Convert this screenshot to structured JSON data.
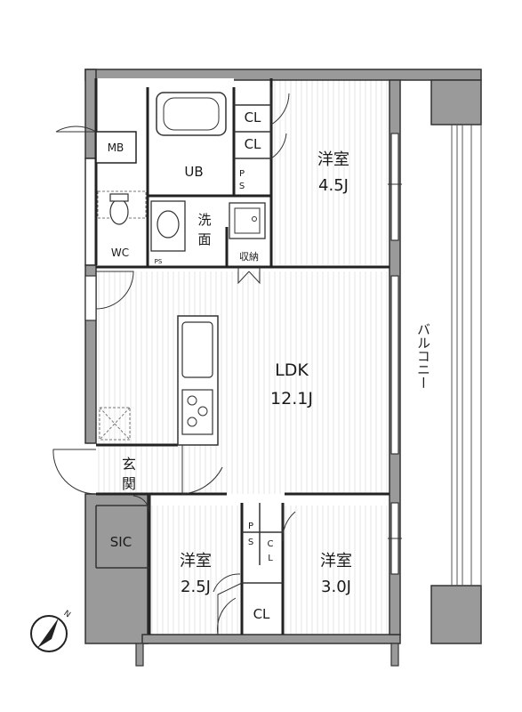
{
  "rooms": {
    "western_45": {
      "name": "洋室",
      "size": "4.5J"
    },
    "ldk": {
      "name": "LDK",
      "size": "12.1J"
    },
    "western_25": {
      "name": "洋室",
      "size": "2.5J"
    },
    "western_30": {
      "name": "洋室",
      "size": "3.0J"
    },
    "entrance": {
      "line1": "玄",
      "line2": "関"
    },
    "washroom": {
      "line1": "洗",
      "line2": "面"
    }
  },
  "labels": {
    "mb": "MB",
    "ub": "UB",
    "wc": "WC",
    "ps_small": "PS",
    "ps_closet": "P",
    "ps_closet2": "S",
    "ps_bath": "P",
    "ps_bath2": "S",
    "storage": "収納",
    "cl_top1": "CL",
    "cl_top2": "CL",
    "cl_bottom": "CL",
    "cl_mid_c": "C",
    "cl_mid_l": "L",
    "sic": "SIC",
    "balcony": "バルコニー"
  },
  "compass": {
    "north": "N"
  }
}
